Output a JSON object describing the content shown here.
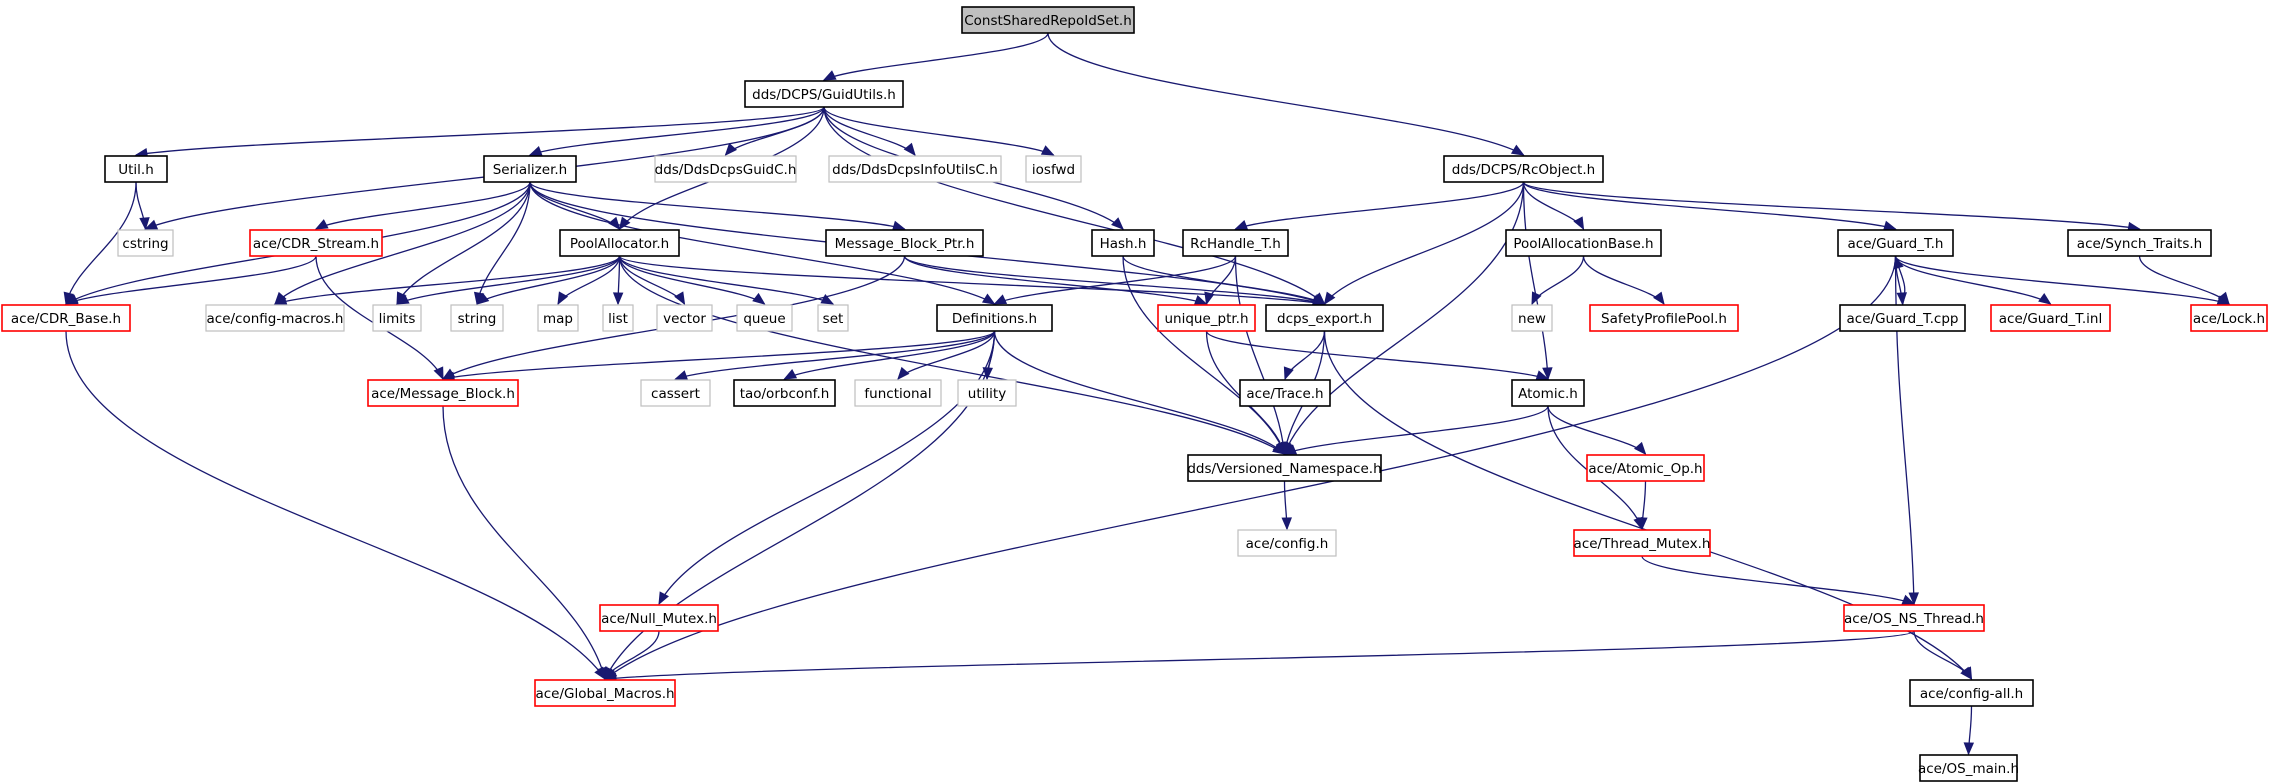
{
  "diagram": {
    "title": "ConstSharedRepoIdSet.h",
    "colors": {
      "root_fill": "#bfbfbf",
      "normal_border": "#000000",
      "missing_border": "#bfbfbf",
      "truncated_border": "#ff0000",
      "edge": "#191970"
    },
    "nodes": [
      {
        "id": "root",
        "label": "ConstSharedRepoIdSet.h",
        "kind": "root"
      },
      {
        "id": "guidutils",
        "label": "dds/DCPS/GuidUtils.h",
        "kind": "normal"
      },
      {
        "id": "rcobject",
        "label": "dds/DCPS/RcObject.h",
        "kind": "normal"
      },
      {
        "id": "util",
        "label": "Util.h",
        "kind": "normal"
      },
      {
        "id": "serializer",
        "label": "Serializer.h",
        "kind": "normal"
      },
      {
        "id": "guidc",
        "label": "dds/DdsDcpsGuidC.h",
        "kind": "missing"
      },
      {
        "id": "infoutilsc",
        "label": "dds/DdsDcpsInfoUtilsC.h",
        "kind": "missing"
      },
      {
        "id": "iosfwd",
        "label": "iosfwd",
        "kind": "missing"
      },
      {
        "id": "cstring",
        "label": "cstring",
        "kind": "missing"
      },
      {
        "id": "cdrstream",
        "label": "ace/CDR_Stream.h",
        "kind": "truncated"
      },
      {
        "id": "poolalloc",
        "label": "PoolAllocator.h",
        "kind": "normal"
      },
      {
        "id": "mbptr",
        "label": "Message_Block_Ptr.h",
        "kind": "normal"
      },
      {
        "id": "hash",
        "label": "Hash.h",
        "kind": "normal"
      },
      {
        "id": "rchandle",
        "label": "RcHandle_T.h",
        "kind": "normal"
      },
      {
        "id": "poolallocbase",
        "label": "PoolAllocationBase.h",
        "kind": "normal"
      },
      {
        "id": "guard",
        "label": "ace/Guard_T.h",
        "kind": "normal"
      },
      {
        "id": "synch",
        "label": "ace/Synch_Traits.h",
        "kind": "normal"
      },
      {
        "id": "cdrbase",
        "label": "ace/CDR_Base.h",
        "kind": "truncated"
      },
      {
        "id": "configmacros",
        "label": "ace/config-macros.h",
        "kind": "missing"
      },
      {
        "id": "limits",
        "label": "limits",
        "kind": "missing"
      },
      {
        "id": "string",
        "label": "string",
        "kind": "missing"
      },
      {
        "id": "map",
        "label": "map",
        "kind": "missing"
      },
      {
        "id": "list",
        "label": "list",
        "kind": "missing"
      },
      {
        "id": "vector",
        "label": "vector",
        "kind": "missing"
      },
      {
        "id": "queue",
        "label": "queue",
        "kind": "missing"
      },
      {
        "id": "set",
        "label": "set",
        "kind": "missing"
      },
      {
        "id": "definitions",
        "label": "Definitions.h",
        "kind": "normal"
      },
      {
        "id": "uniqueptr",
        "label": "unique_ptr.h",
        "kind": "truncated"
      },
      {
        "id": "dcpsexport",
        "label": "dcps_export.h",
        "kind": "normal"
      },
      {
        "id": "new",
        "label": "new",
        "kind": "missing"
      },
      {
        "id": "safetypool",
        "label": "SafetyProfilePool.h",
        "kind": "truncated"
      },
      {
        "id": "guardcpp",
        "label": "ace/Guard_T.cpp",
        "kind": "normal"
      },
      {
        "id": "guardinl",
        "label": "ace/Guard_T.inl",
        "kind": "truncated"
      },
      {
        "id": "lock",
        "label": "ace/Lock.h",
        "kind": "truncated"
      },
      {
        "id": "msgblock",
        "label": "ace/Message_Block.h",
        "kind": "truncated"
      },
      {
        "id": "cassert",
        "label": "cassert",
        "kind": "missing"
      },
      {
        "id": "orbconf",
        "label": "tao/orbconf.h",
        "kind": "normal"
      },
      {
        "id": "functional",
        "label": "functional",
        "kind": "missing"
      },
      {
        "id": "utility",
        "label": "utility",
        "kind": "missing"
      },
      {
        "id": "trace",
        "label": "ace/Trace.h",
        "kind": "normal"
      },
      {
        "id": "atomic",
        "label": "Atomic.h",
        "kind": "normal"
      },
      {
        "id": "versioned",
        "label": "dds/Versioned_Namespace.h",
        "kind": "normal"
      },
      {
        "id": "atomicop",
        "label": "ace/Atomic_Op.h",
        "kind": "truncated"
      },
      {
        "id": "aceconfig",
        "label": "ace/config.h",
        "kind": "missing"
      },
      {
        "id": "threadmutex",
        "label": "ace/Thread_Mutex.h",
        "kind": "truncated"
      },
      {
        "id": "nullmutex",
        "label": "ace/Null_Mutex.h",
        "kind": "truncated"
      },
      {
        "id": "osnsthread",
        "label": "ace/OS_NS_Thread.h",
        "kind": "truncated"
      },
      {
        "id": "globalmacros",
        "label": "ace/Global_Macros.h",
        "kind": "truncated"
      },
      {
        "id": "configall",
        "label": "ace/config-all.h",
        "kind": "normal"
      },
      {
        "id": "osmain",
        "label": "ace/OS_main.h",
        "kind": "normal"
      }
    ],
    "edges": [
      {
        "from": "root",
        "to": "guidutils"
      },
      {
        "from": "root",
        "to": "rcobject"
      },
      {
        "from": "guidutils",
        "to": "util"
      },
      {
        "from": "guidutils",
        "to": "serializer"
      },
      {
        "from": "guidutils",
        "to": "guidc"
      },
      {
        "from": "guidutils",
        "to": "infoutilsc"
      },
      {
        "from": "guidutils",
        "to": "iosfwd"
      },
      {
        "from": "guidutils",
        "to": "cstring"
      },
      {
        "from": "guidutils",
        "to": "poolalloc"
      },
      {
        "from": "guidutils",
        "to": "hash"
      },
      {
        "from": "guidutils",
        "to": "dcpsexport"
      },
      {
        "from": "util",
        "to": "cstring"
      },
      {
        "from": "util",
        "to": "cdrbase"
      },
      {
        "from": "serializer",
        "to": "cdrstream"
      },
      {
        "from": "serializer",
        "to": "cdrbase"
      },
      {
        "from": "serializer",
        "to": "configmacros"
      },
      {
        "from": "serializer",
        "to": "limits"
      },
      {
        "from": "serializer",
        "to": "string"
      },
      {
        "from": "serializer",
        "to": "poolalloc"
      },
      {
        "from": "serializer",
        "to": "mbptr"
      },
      {
        "from": "serializer",
        "to": "definitions"
      },
      {
        "from": "serializer",
        "to": "dcpsexport"
      },
      {
        "from": "cdrstream",
        "to": "cdrbase"
      },
      {
        "from": "cdrstream",
        "to": "msgblock"
      },
      {
        "from": "poolalloc",
        "to": "configmacros"
      },
      {
        "from": "poolalloc",
        "to": "limits"
      },
      {
        "from": "poolalloc",
        "to": "string"
      },
      {
        "from": "poolalloc",
        "to": "map"
      },
      {
        "from": "poolalloc",
        "to": "list"
      },
      {
        "from": "poolalloc",
        "to": "vector"
      },
      {
        "from": "poolalloc",
        "to": "queue"
      },
      {
        "from": "poolalloc",
        "to": "set"
      },
      {
        "from": "poolalloc",
        "to": "dcpsexport"
      },
      {
        "from": "poolalloc",
        "to": "versioned"
      },
      {
        "from": "mbptr",
        "to": "msgblock"
      },
      {
        "from": "mbptr",
        "to": "uniqueptr"
      },
      {
        "from": "mbptr",
        "to": "dcpsexport"
      },
      {
        "from": "hash",
        "to": "dcpsexport"
      },
      {
        "from": "hash",
        "to": "versioned"
      },
      {
        "from": "rcobject",
        "to": "rchandle"
      },
      {
        "from": "rcobject",
        "to": "poolallocbase"
      },
      {
        "from": "rcobject",
        "to": "guard"
      },
      {
        "from": "rcobject",
        "to": "synch"
      },
      {
        "from": "rcobject",
        "to": "dcpsexport"
      },
      {
        "from": "rcobject",
        "to": "versioned"
      },
      {
        "from": "rcobject",
        "to": "atomic"
      },
      {
        "from": "rchandle",
        "to": "definitions"
      },
      {
        "from": "rchandle",
        "to": "uniqueptr"
      },
      {
        "from": "rchandle",
        "to": "versioned"
      },
      {
        "from": "poolallocbase",
        "to": "new"
      },
      {
        "from": "poolallocbase",
        "to": "safetypool"
      },
      {
        "from": "guard",
        "to": "guardcpp"
      },
      {
        "from": "guardcpp",
        "to": "guard"
      },
      {
        "from": "guard",
        "to": "guardinl"
      },
      {
        "from": "guard",
        "to": "lock"
      },
      {
        "from": "guard",
        "to": "globalmacros"
      },
      {
        "from": "guard",
        "to": "osnsthread"
      },
      {
        "from": "synch",
        "to": "lock"
      },
      {
        "from": "cdrbase",
        "to": "globalmacros"
      },
      {
        "from": "definitions",
        "to": "msgblock"
      },
      {
        "from": "definitions",
        "to": "cassert"
      },
      {
        "from": "definitions",
        "to": "orbconf"
      },
      {
        "from": "definitions",
        "to": "functional"
      },
      {
        "from": "definitions",
        "to": "utility"
      },
      {
        "from": "definitions",
        "to": "versioned"
      },
      {
        "from": "definitions",
        "to": "nullmutex"
      },
      {
        "from": "definitions",
        "to": "globalmacros"
      },
      {
        "from": "uniqueptr",
        "to": "atomic"
      },
      {
        "from": "uniqueptr",
        "to": "versioned"
      },
      {
        "from": "dcpsexport",
        "to": "trace"
      },
      {
        "from": "dcpsexport",
        "to": "versioned"
      },
      {
        "from": "dcpsexport",
        "to": "configall"
      },
      {
        "from": "atomic",
        "to": "versioned"
      },
      {
        "from": "atomic",
        "to": "atomicop"
      },
      {
        "from": "atomic",
        "to": "threadmutex"
      },
      {
        "from": "atomicop",
        "to": "threadmutex"
      },
      {
        "from": "versioned",
        "to": "aceconfig"
      },
      {
        "from": "threadmutex",
        "to": "osnsthread"
      },
      {
        "from": "msgblock",
        "to": "globalmacros"
      },
      {
        "from": "nullmutex",
        "to": "globalmacros"
      },
      {
        "from": "osnsthread",
        "to": "globalmacros"
      },
      {
        "from": "osnsthread",
        "to": "configall"
      },
      {
        "from": "configall",
        "to": "osmain"
      }
    ]
  }
}
